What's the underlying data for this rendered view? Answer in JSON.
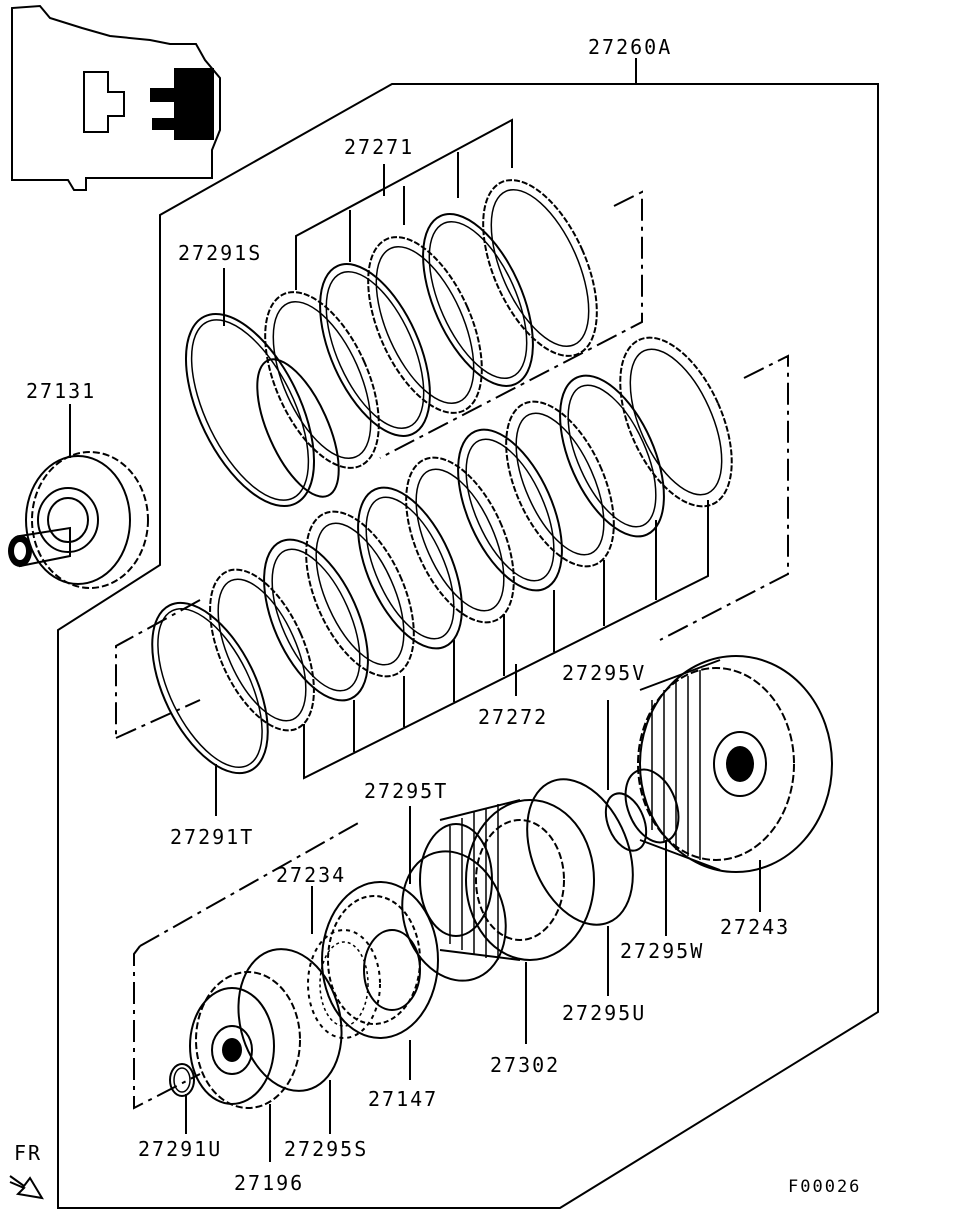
{
  "diagram": {
    "assembly_label": "27260A",
    "footer_code": "F00026",
    "direction_label": "FR",
    "parts": [
      {
        "id": "27271"
      },
      {
        "id": "27291S"
      },
      {
        "id": "27131"
      },
      {
        "id": "27272"
      },
      {
        "id": "27291T"
      },
      {
        "id": "27295V"
      },
      {
        "id": "27295T"
      },
      {
        "id": "27234"
      },
      {
        "id": "27243"
      },
      {
        "id": "27295W"
      },
      {
        "id": "27295U"
      },
      {
        "id": "27302"
      },
      {
        "id": "27147"
      },
      {
        "id": "27291U"
      },
      {
        "id": "27295S"
      },
      {
        "id": "27196"
      }
    ]
  }
}
